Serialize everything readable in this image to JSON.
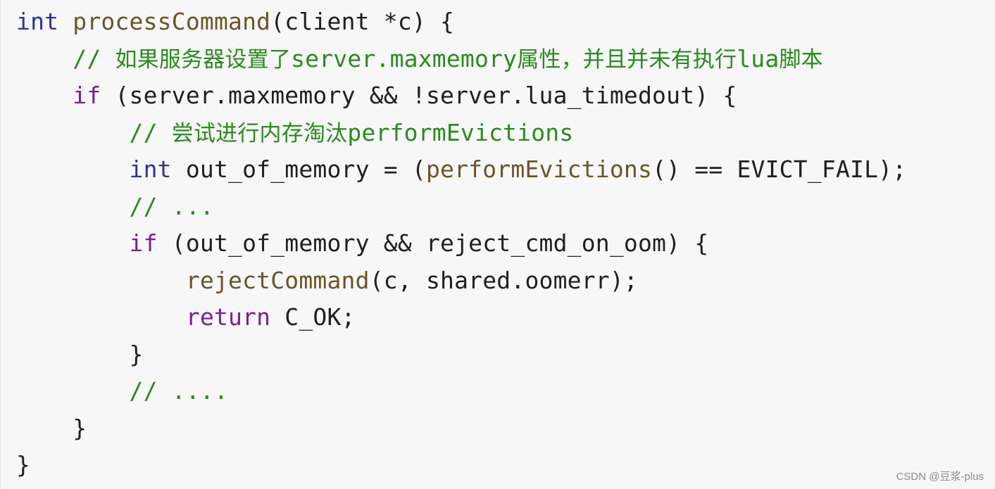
{
  "code_lines": [
    [
      {
        "t": "int",
        "c": "kw"
      },
      {
        "t": " ",
        "c": "plain"
      },
      {
        "t": "processCommand",
        "c": "fn"
      },
      {
        "t": "(client *c) {",
        "c": "plain"
      }
    ],
    [
      {
        "t": "    ",
        "c": "plain"
      },
      {
        "t": "// ",
        "c": "cm"
      },
      {
        "t": "如果服务器设置了",
        "c": "cm-cjk"
      },
      {
        "t": "server.maxmemory",
        "c": "cm"
      },
      {
        "t": "属性，并且并未有执行",
        "c": "cm-cjk"
      },
      {
        "t": "lua",
        "c": "cm"
      },
      {
        "t": "脚本",
        "c": "cm-cjk"
      }
    ],
    [
      {
        "t": "    ",
        "c": "plain"
      },
      {
        "t": "if",
        "c": "kw2"
      },
      {
        "t": " (server.maxmemory && !server.lua_timedout) {",
        "c": "plain"
      }
    ],
    [
      {
        "t": "        ",
        "c": "plain"
      },
      {
        "t": "// ",
        "c": "cm"
      },
      {
        "t": "尝试进行内存淘汰",
        "c": "cm-cjk"
      },
      {
        "t": "performEvictions",
        "c": "cm"
      }
    ],
    [
      {
        "t": "        ",
        "c": "plain"
      },
      {
        "t": "int",
        "c": "kw"
      },
      {
        "t": " out_of_memory = (",
        "c": "plain"
      },
      {
        "t": "performEvictions",
        "c": "fn"
      },
      {
        "t": "() == EVICT_FAIL);",
        "c": "plain"
      }
    ],
    [
      {
        "t": "        ",
        "c": "plain"
      },
      {
        "t": "// ...",
        "c": "cm"
      }
    ],
    [
      {
        "t": "        ",
        "c": "plain"
      },
      {
        "t": "if",
        "c": "kw2"
      },
      {
        "t": " (out_of_memory && reject_cmd_on_oom) {",
        "c": "plain"
      }
    ],
    [
      {
        "t": "            ",
        "c": "plain"
      },
      {
        "t": "rejectCommand",
        "c": "fn"
      },
      {
        "t": "(c, shared.oomerr);",
        "c": "plain"
      }
    ],
    [
      {
        "t": "            ",
        "c": "plain"
      },
      {
        "t": "return",
        "c": "kw2"
      },
      {
        "t": " C_OK;",
        "c": "plain"
      }
    ],
    [
      {
        "t": "        }",
        "c": "plain"
      }
    ],
    [
      {
        "t": "        ",
        "c": "plain"
      },
      {
        "t": "// ....",
        "c": "cm"
      }
    ],
    [
      {
        "t": "    }",
        "c": "plain"
      }
    ],
    [
      {
        "t": "}",
        "c": "plain"
      }
    ]
  ],
  "watermark": "CSDN @豆浆-plus",
  "colors": {
    "background": "#f7f7f8",
    "type_keyword": "#2b3596",
    "control_keyword": "#7a1f93",
    "function_name": "#6a5528",
    "comment": "#2b8a1f",
    "plain": "#1f1f1f"
  }
}
